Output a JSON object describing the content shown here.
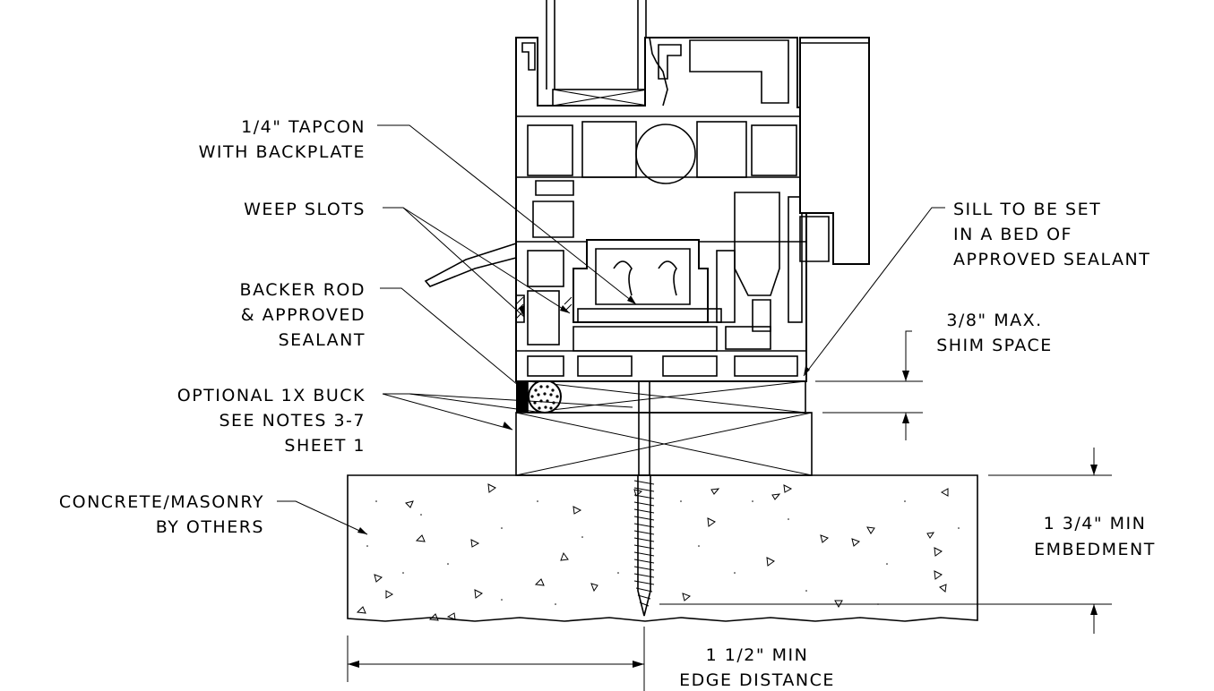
{
  "labels": {
    "tapcon": [
      "1/4\" TAPCON",
      "WITH BACKPLATE"
    ],
    "weep": [
      "WEEP SLOTS"
    ],
    "backer": [
      "BACKER ROD",
      "& APPROVED",
      "SEALANT"
    ],
    "buck": [
      "OPTIONAL 1X BUCK",
      "SEE NOTES 3-7",
      "SHEET 1"
    ],
    "concrete": [
      "CONCRETE/MASONRY",
      "BY OTHERS"
    ],
    "sill": [
      "SILL TO BE SET",
      "IN A BED OF",
      "APPROVED SEALANT"
    ],
    "shim": [
      "3/8\" MAX.",
      "SHIM SPACE"
    ],
    "embed": [
      "1 3/4\" MIN",
      "EMBEDMENT"
    ],
    "edge": [
      "1 1/2\" MIN",
      "EDGE DISTANCE"
    ]
  }
}
